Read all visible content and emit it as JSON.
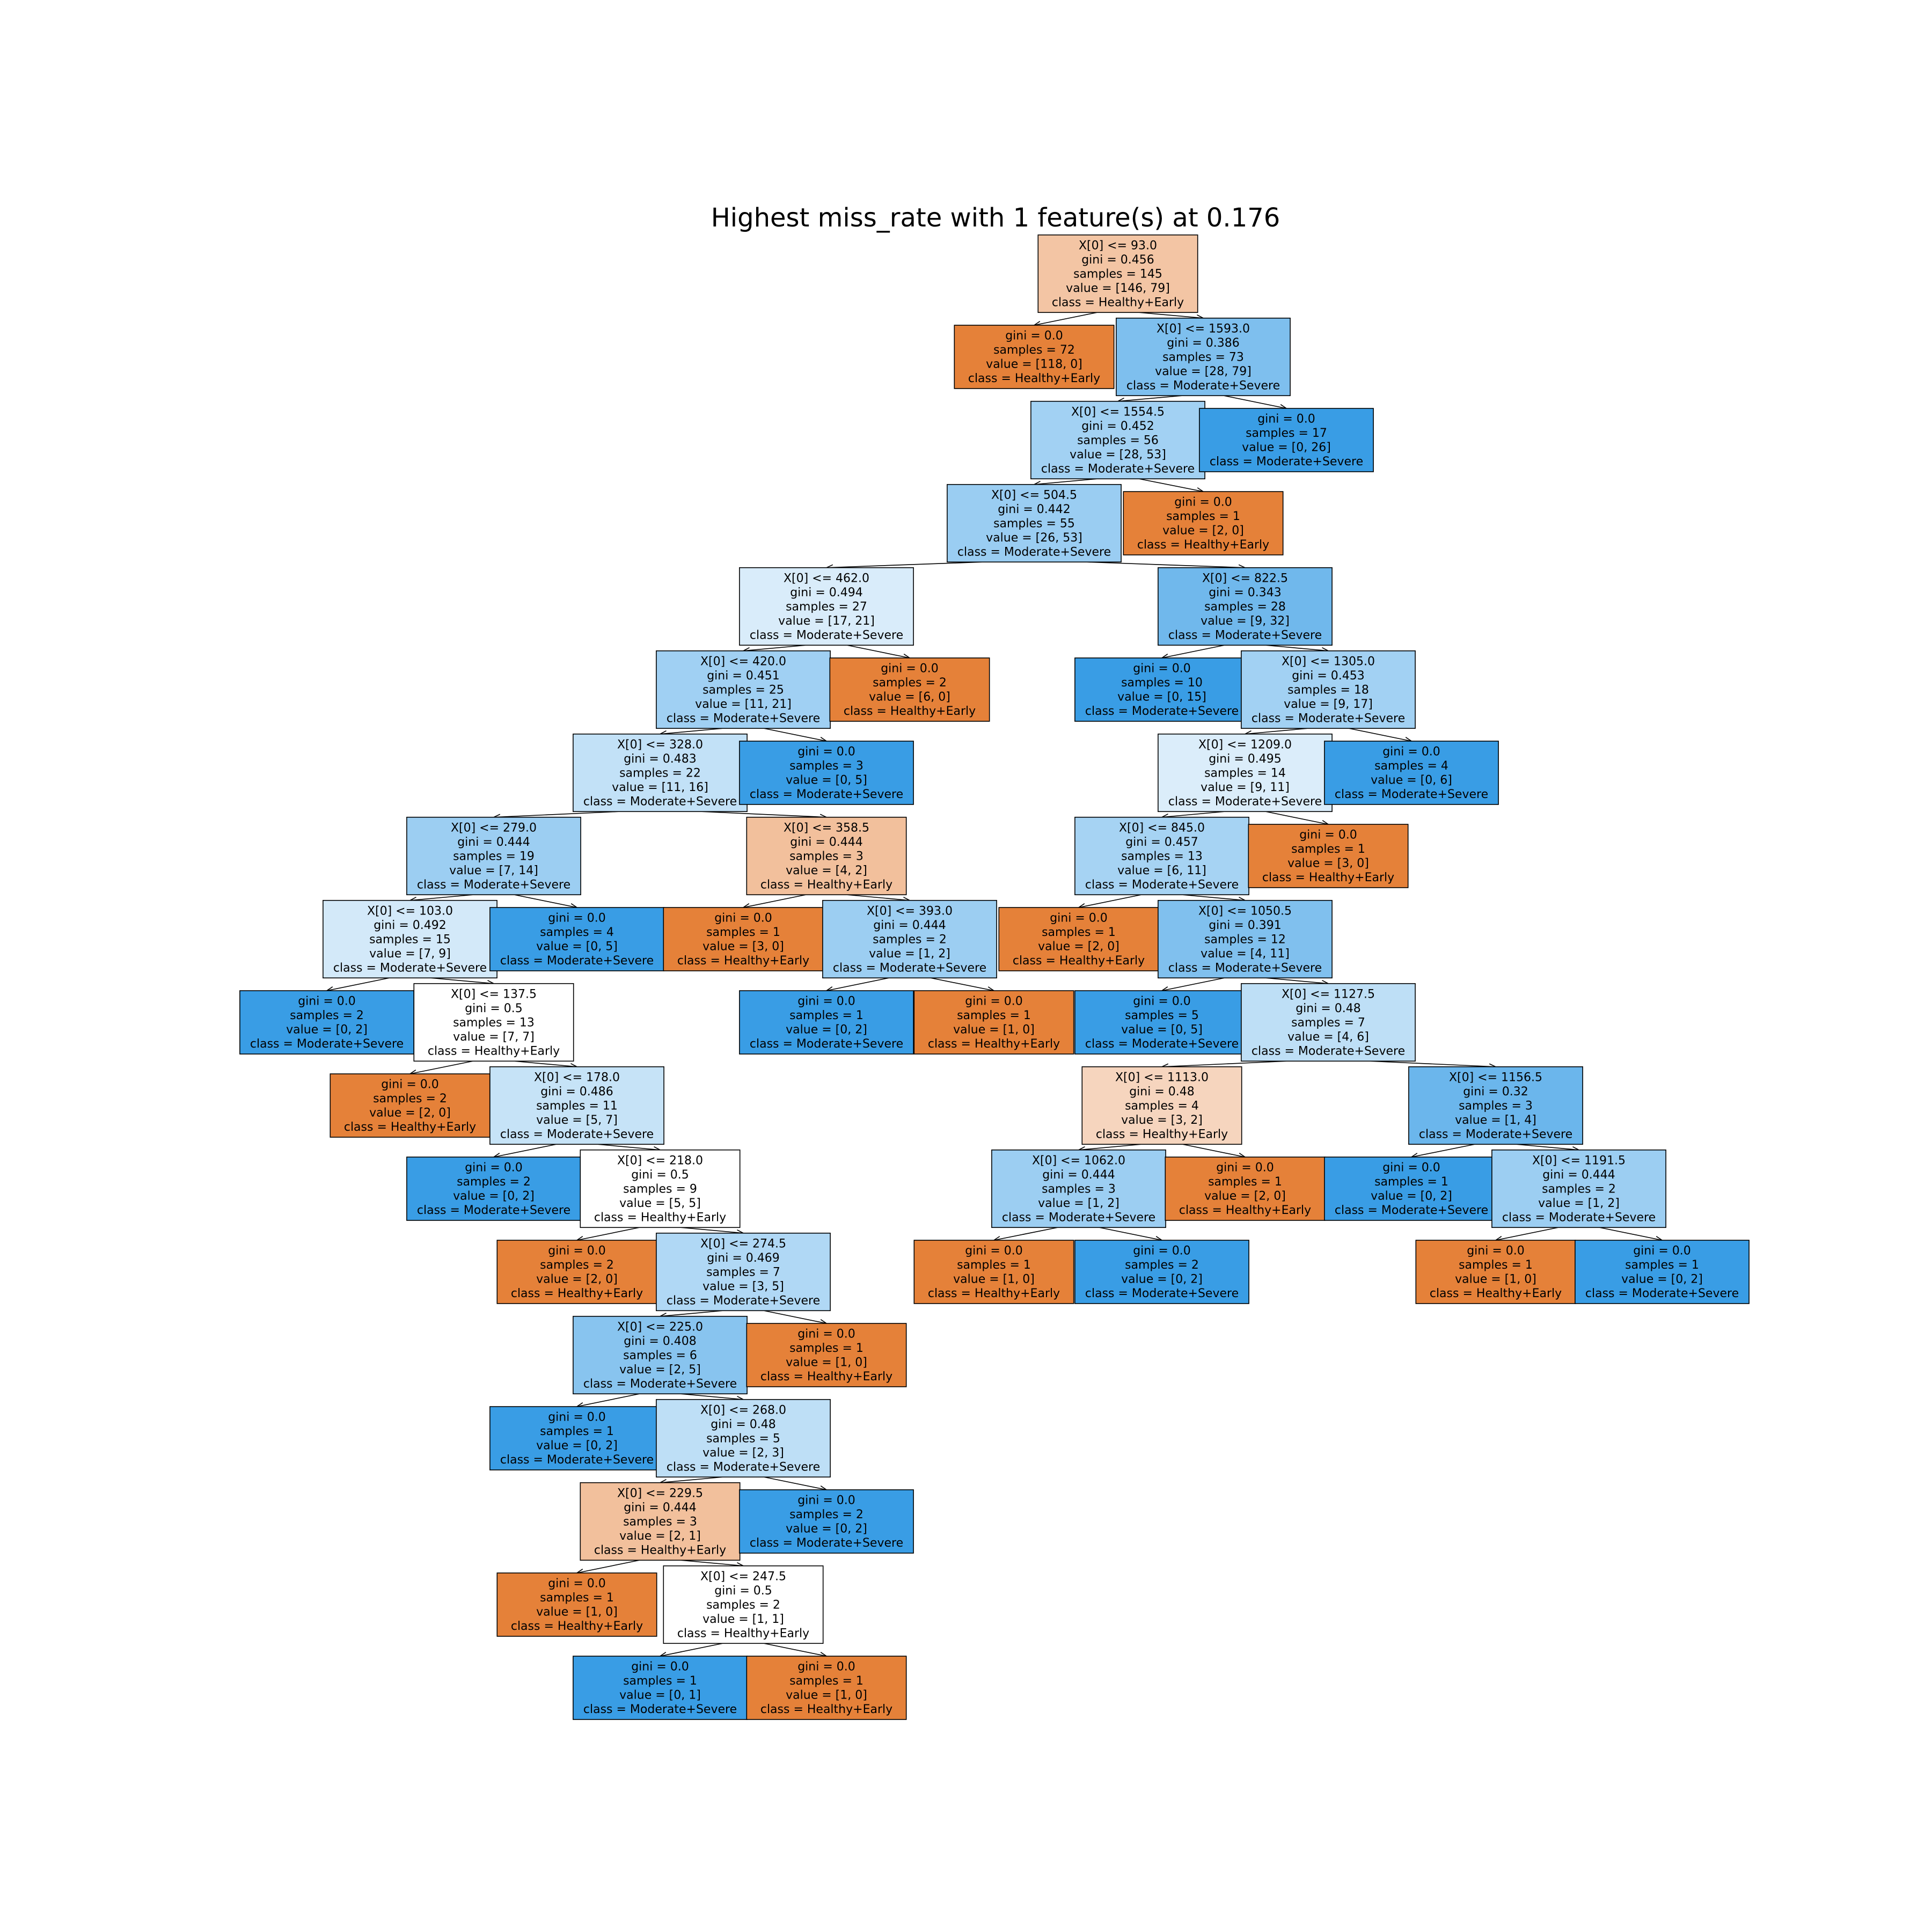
{
  "title": "Highest miss_rate with 1 feature(s) at 0.176",
  "colors": {
    "orange_full": "#e58139",
    "blue_full": "#399de5",
    "white": "#ffffff",
    "border": "#000000"
  },
  "nodes": [
    {
      "id": "n0",
      "lines": [
        "X[0] <= 93.0",
        "gini = 0.456",
        "samples = 145",
        "value = [146, 79]",
        "class = Healthy+Early"
      ],
      "cls": "orange",
      "purity": 0.46
    },
    {
      "id": "n1",
      "lines": [
        "gini = 0.0",
        "samples = 72",
        "value = [118, 0]",
        "class = Healthy+Early"
      ],
      "cls": "orange",
      "purity": 1.0
    },
    {
      "id": "n2",
      "lines": [
        "X[0] <= 1593.0",
        "gini = 0.386",
        "samples = 73",
        "value = [28, 79]",
        "class = Moderate+Severe"
      ],
      "cls": "blue",
      "purity": 0.65
    },
    {
      "id": "n3",
      "lines": [
        "X[0] <= 1554.5",
        "gini = 0.452",
        "samples = 56",
        "value = [28, 53]",
        "class = Moderate+Severe"
      ],
      "cls": "blue",
      "purity": 0.47
    },
    {
      "id": "n4",
      "lines": [
        "gini = 0.0",
        "samples = 17",
        "value = [0, 26]",
        "class = Moderate+Severe"
      ],
      "cls": "blue",
      "purity": 1.0
    },
    {
      "id": "n5",
      "lines": [
        "X[0] <= 504.5",
        "gini = 0.442",
        "samples = 55",
        "value = [26, 53]",
        "class = Moderate+Severe"
      ],
      "cls": "blue",
      "purity": 0.51
    },
    {
      "id": "n6",
      "lines": [
        "gini = 0.0",
        "samples = 1",
        "value = [2, 0]",
        "class = Healthy+Early"
      ],
      "cls": "orange",
      "purity": 1.0
    },
    {
      "id": "n7",
      "lines": [
        "X[0] <= 462.0",
        "gini = 0.494",
        "samples = 27",
        "value = [17, 21]",
        "class = Moderate+Severe"
      ],
      "cls": "blue",
      "purity": 0.19
    },
    {
      "id": "n8",
      "lines": [
        "X[0] <= 822.5",
        "gini = 0.343",
        "samples = 28",
        "value = [9, 32]",
        "class = Moderate+Severe"
      ],
      "cls": "blue",
      "purity": 0.72
    },
    {
      "id": "n9",
      "lines": [
        "X[0] <= 420.0",
        "gini = 0.451",
        "samples = 25",
        "value = [11, 21]",
        "class = Moderate+Severe"
      ],
      "cls": "blue",
      "purity": 0.48
    },
    {
      "id": "n10",
      "lines": [
        "gini = 0.0",
        "samples = 2",
        "value = [6, 0]",
        "class = Healthy+Early"
      ],
      "cls": "orange",
      "purity": 1.0
    },
    {
      "id": "n11",
      "lines": [
        "gini = 0.0",
        "samples = 10",
        "value = [0, 15]",
        "class = Moderate+Severe"
      ],
      "cls": "blue",
      "purity": 1.0
    },
    {
      "id": "n12",
      "lines": [
        "X[0] <= 1305.0",
        "gini = 0.453",
        "samples = 18",
        "value = [9, 17]",
        "class = Moderate+Severe"
      ],
      "cls": "blue",
      "purity": 0.47
    },
    {
      "id": "n13",
      "lines": [
        "X[0] <= 328.0",
        "gini = 0.483",
        "samples = 22",
        "value = [11, 16]",
        "class = Moderate+Severe"
      ],
      "cls": "blue",
      "purity": 0.31
    },
    {
      "id": "n14",
      "lines": [
        "gini = 0.0",
        "samples = 3",
        "value = [0, 5]",
        "class = Moderate+Severe"
      ],
      "cls": "blue",
      "purity": 1.0
    },
    {
      "id": "n15",
      "lines": [
        "X[0] <= 1209.0",
        "gini = 0.495",
        "samples = 14",
        "value = [9, 11]",
        "class = Moderate+Severe"
      ],
      "cls": "blue",
      "purity": 0.18
    },
    {
      "id": "n16",
      "lines": [
        "gini = 0.0",
        "samples = 4",
        "value = [0, 6]",
        "class = Moderate+Severe"
      ],
      "cls": "blue",
      "purity": 1.0
    },
    {
      "id": "n17",
      "lines": [
        "X[0] <= 279.0",
        "gini = 0.444",
        "samples = 19",
        "value = [7, 14]",
        "class = Moderate+Severe"
      ],
      "cls": "blue",
      "purity": 0.5
    },
    {
      "id": "n18",
      "lines": [
        "X[0] <= 358.5",
        "gini = 0.444",
        "samples = 3",
        "value = [4, 2]",
        "class = Healthy+Early"
      ],
      "cls": "orange",
      "purity": 0.5
    },
    {
      "id": "n19",
      "lines": [
        "X[0] <= 845.0",
        "gini = 0.457",
        "samples = 13",
        "value = [6, 11]",
        "class = Moderate+Severe"
      ],
      "cls": "blue",
      "purity": 0.45
    },
    {
      "id": "n20",
      "lines": [
        "gini = 0.0",
        "samples = 1",
        "value = [3, 0]",
        "class = Healthy+Early"
      ],
      "cls": "orange",
      "purity": 1.0
    },
    {
      "id": "n21",
      "lines": [
        "X[0] <= 103.0",
        "gini = 0.492",
        "samples = 15",
        "value = [7, 9]",
        "class = Moderate+Severe"
      ],
      "cls": "blue",
      "purity": 0.22
    },
    {
      "id": "n22",
      "lines": [
        "gini = 0.0",
        "samples = 4",
        "value = [0, 5]",
        "class = Moderate+Severe"
      ],
      "cls": "blue",
      "purity": 1.0
    },
    {
      "id": "n23",
      "lines": [
        "gini = 0.0",
        "samples = 1",
        "value = [3, 0]",
        "class = Healthy+Early"
      ],
      "cls": "orange",
      "purity": 1.0
    },
    {
      "id": "n24",
      "lines": [
        "X[0] <= 393.0",
        "gini = 0.444",
        "samples = 2",
        "value = [1, 2]",
        "class = Moderate+Severe"
      ],
      "cls": "blue",
      "purity": 0.5
    },
    {
      "id": "n25",
      "lines": [
        "gini = 0.0",
        "samples = 1",
        "value = [2, 0]",
        "class = Healthy+Early"
      ],
      "cls": "orange",
      "purity": 1.0
    },
    {
      "id": "n26",
      "lines": [
        "X[0] <= 1050.5",
        "gini = 0.391",
        "samples = 12",
        "value = [4, 11]",
        "class = Moderate+Severe"
      ],
      "cls": "blue",
      "purity": 0.64
    },
    {
      "id": "n27",
      "lines": [
        "gini = 0.0",
        "samples = 2",
        "value = [0, 2]",
        "class = Moderate+Severe"
      ],
      "cls": "blue",
      "purity": 1.0
    },
    {
      "id": "n28",
      "lines": [
        "X[0] <= 137.5",
        "gini = 0.5",
        "samples = 13",
        "value = [7, 7]",
        "class = Healthy+Early"
      ],
      "cls": "orange",
      "purity": 0.0
    },
    {
      "id": "n29",
      "lines": [
        "gini = 0.0",
        "samples = 1",
        "value = [0, 2]",
        "class = Moderate+Severe"
      ],
      "cls": "blue",
      "purity": 1.0
    },
    {
      "id": "n30",
      "lines": [
        "gini = 0.0",
        "samples = 1",
        "value = [1, 0]",
        "class = Healthy+Early"
      ],
      "cls": "orange",
      "purity": 1.0
    },
    {
      "id": "n31",
      "lines": [
        "gini = 0.0",
        "samples = 5",
        "value = [0, 5]",
        "class = Moderate+Severe"
      ],
      "cls": "blue",
      "purity": 1.0
    },
    {
      "id": "n32",
      "lines": [
        "X[0] <= 1127.5",
        "gini = 0.48",
        "samples = 7",
        "value = [4, 6]",
        "class = Moderate+Severe"
      ],
      "cls": "blue",
      "purity": 0.33
    },
    {
      "id": "n33",
      "lines": [
        "gini = 0.0",
        "samples = 2",
        "value = [2, 0]",
        "class = Healthy+Early"
      ],
      "cls": "orange",
      "purity": 1.0
    },
    {
      "id": "n34",
      "lines": [
        "X[0] <= 178.0",
        "gini = 0.486",
        "samples = 11",
        "value = [5, 7]",
        "class = Moderate+Severe"
      ],
      "cls": "blue",
      "purity": 0.29
    },
    {
      "id": "n35",
      "lines": [
        "X[0] <= 1113.0",
        "gini = 0.48",
        "samples = 4",
        "value = [3, 2]",
        "class = Healthy+Early"
      ],
      "cls": "orange",
      "purity": 0.33
    },
    {
      "id": "n36",
      "lines": [
        "X[0] <= 1156.5",
        "gini = 0.32",
        "samples = 3",
        "value = [1, 4]",
        "class = Moderate+Severe"
      ],
      "cls": "blue",
      "purity": 0.75
    },
    {
      "id": "n37",
      "lines": [
        "gini = 0.0",
        "samples = 2",
        "value = [0, 2]",
        "class = Moderate+Severe"
      ],
      "cls": "blue",
      "purity": 1.0
    },
    {
      "id": "n38",
      "lines": [
        "X[0] <= 218.0",
        "gini = 0.5",
        "samples = 9",
        "value = [5, 5]",
        "class = Healthy+Early"
      ],
      "cls": "orange",
      "purity": 0.0
    },
    {
      "id": "n39",
      "lines": [
        "X[0] <= 1062.0",
        "gini = 0.444",
        "samples = 3",
        "value = [1, 2]",
        "class = Moderate+Severe"
      ],
      "cls": "blue",
      "purity": 0.5
    },
    {
      "id": "n40",
      "lines": [
        "gini = 0.0",
        "samples = 1",
        "value = [2, 0]",
        "class = Healthy+Early"
      ],
      "cls": "orange",
      "purity": 1.0
    },
    {
      "id": "n41",
      "lines": [
        "gini = 0.0",
        "samples = 1",
        "value = [0, 2]",
        "class = Moderate+Severe"
      ],
      "cls": "blue",
      "purity": 1.0
    },
    {
      "id": "n42",
      "lines": [
        "X[0] <= 1191.5",
        "gini = 0.444",
        "samples = 2",
        "value = [1, 2]",
        "class = Moderate+Severe"
      ],
      "cls": "blue",
      "purity": 0.5
    },
    {
      "id": "n43",
      "lines": [
        "gini = 0.0",
        "samples = 2",
        "value = [2, 0]",
        "class = Healthy+Early"
      ],
      "cls": "orange",
      "purity": 1.0
    },
    {
      "id": "n44",
      "lines": [
        "X[0] <= 274.5",
        "gini = 0.469",
        "samples = 7",
        "value = [3, 5]",
        "class = Moderate+Severe"
      ],
      "cls": "blue",
      "purity": 0.4
    },
    {
      "id": "n45",
      "lines": [
        "gini = 0.0",
        "samples = 1",
        "value = [1, 0]",
        "class = Healthy+Early"
      ],
      "cls": "orange",
      "purity": 1.0
    },
    {
      "id": "n46",
      "lines": [
        "gini = 0.0",
        "samples = 2",
        "value = [0, 2]",
        "class = Moderate+Severe"
      ],
      "cls": "blue",
      "purity": 1.0
    },
    {
      "id": "n47",
      "lines": [
        "gini = 0.0",
        "samples = 1",
        "value = [1, 0]",
        "class = Healthy+Early"
      ],
      "cls": "orange",
      "purity": 1.0
    },
    {
      "id": "n48",
      "lines": [
        "gini = 0.0",
        "samples = 1",
        "value = [0, 2]",
        "class = Moderate+Severe"
      ],
      "cls": "blue",
      "purity": 1.0
    },
    {
      "id": "n49",
      "lines": [
        "X[0] <= 225.0",
        "gini = 0.408",
        "samples = 6",
        "value = [2, 5]",
        "class = Moderate+Severe"
      ],
      "cls": "blue",
      "purity": 0.6
    },
    {
      "id": "n50",
      "lines": [
        "gini = 0.0",
        "samples = 1",
        "value = [1, 0]",
        "class = Healthy+Early"
      ],
      "cls": "orange",
      "purity": 1.0
    },
    {
      "id": "n51",
      "lines": [
        "gini = 0.0",
        "samples = 1",
        "value = [0, 2]",
        "class = Moderate+Severe"
      ],
      "cls": "blue",
      "purity": 1.0
    },
    {
      "id": "n52",
      "lines": [
        "X[0] <= 268.0",
        "gini = 0.48",
        "samples = 5",
        "value = [2, 3]",
        "class = Moderate+Severe"
      ],
      "cls": "blue",
      "purity": 0.33
    },
    {
      "id": "n53",
      "lines": [
        "X[0] <= 229.5",
        "gini = 0.444",
        "samples = 3",
        "value = [2, 1]",
        "class = Healthy+Early"
      ],
      "cls": "orange",
      "purity": 0.5
    },
    {
      "id": "n54",
      "lines": [
        "gini = 0.0",
        "samples = 2",
        "value = [0, 2]",
        "class = Moderate+Severe"
      ],
      "cls": "blue",
      "purity": 1.0
    },
    {
      "id": "n55",
      "lines": [
        "gini = 0.0",
        "samples = 1",
        "value = [1, 0]",
        "class = Healthy+Early"
      ],
      "cls": "orange",
      "purity": 1.0
    },
    {
      "id": "n56",
      "lines": [
        "X[0] <= 247.5",
        "gini = 0.5",
        "samples = 2",
        "value = [1, 1]",
        "class = Healthy+Early"
      ],
      "cls": "orange",
      "purity": 0.0
    },
    {
      "id": "n57",
      "lines": [
        "gini = 0.0",
        "samples = 1",
        "value = [0, 1]",
        "class = Moderate+Severe"
      ],
      "cls": "blue",
      "purity": 1.0
    },
    {
      "id": "n58",
      "lines": [
        "gini = 0.0",
        "samples = 1",
        "value = [1, 0]",
        "class = Healthy+Early"
      ],
      "cls": "orange",
      "purity": 1.0
    }
  ],
  "edges": [
    [
      "n0",
      "n1"
    ],
    [
      "n0",
      "n2"
    ],
    [
      "n2",
      "n3"
    ],
    [
      "n2",
      "n4"
    ],
    [
      "n3",
      "n5"
    ],
    [
      "n3",
      "n6"
    ],
    [
      "n5",
      "n7"
    ],
    [
      "n5",
      "n8"
    ],
    [
      "n7",
      "n9"
    ],
    [
      "n7",
      "n10"
    ],
    [
      "n8",
      "n11"
    ],
    [
      "n8",
      "n12"
    ],
    [
      "n9",
      "n13"
    ],
    [
      "n9",
      "n14"
    ],
    [
      "n12",
      "n15"
    ],
    [
      "n12",
      "n16"
    ],
    [
      "n13",
      "n17"
    ],
    [
      "n13",
      "n18"
    ],
    [
      "n15",
      "n19"
    ],
    [
      "n15",
      "n20"
    ],
    [
      "n17",
      "n21"
    ],
    [
      "n17",
      "n22"
    ],
    [
      "n18",
      "n23"
    ],
    [
      "n18",
      "n24"
    ],
    [
      "n19",
      "n25"
    ],
    [
      "n19",
      "n26"
    ],
    [
      "n21",
      "n27"
    ],
    [
      "n21",
      "n28"
    ],
    [
      "n24",
      "n29"
    ],
    [
      "n24",
      "n30"
    ],
    [
      "n26",
      "n31"
    ],
    [
      "n26",
      "n32"
    ],
    [
      "n28",
      "n33"
    ],
    [
      "n28",
      "n34"
    ],
    [
      "n32",
      "n35"
    ],
    [
      "n32",
      "n36"
    ],
    [
      "n34",
      "n37"
    ],
    [
      "n34",
      "n38"
    ],
    [
      "n35",
      "n39"
    ],
    [
      "n35",
      "n40"
    ],
    [
      "n36",
      "n41"
    ],
    [
      "n36",
      "n42"
    ],
    [
      "n38",
      "n43"
    ],
    [
      "n38",
      "n44"
    ],
    [
      "n39",
      "n45"
    ],
    [
      "n39",
      "n46"
    ],
    [
      "n42",
      "n47"
    ],
    [
      "n42",
      "n48"
    ],
    [
      "n44",
      "n49"
    ],
    [
      "n44",
      "n50"
    ],
    [
      "n49",
      "n51"
    ],
    [
      "n49",
      "n52"
    ],
    [
      "n52",
      "n53"
    ],
    [
      "n52",
      "n54"
    ],
    [
      "n53",
      "n55"
    ],
    [
      "n53",
      "n56"
    ],
    [
      "n56",
      "n57"
    ],
    [
      "n56",
      "n58"
    ]
  ]
}
